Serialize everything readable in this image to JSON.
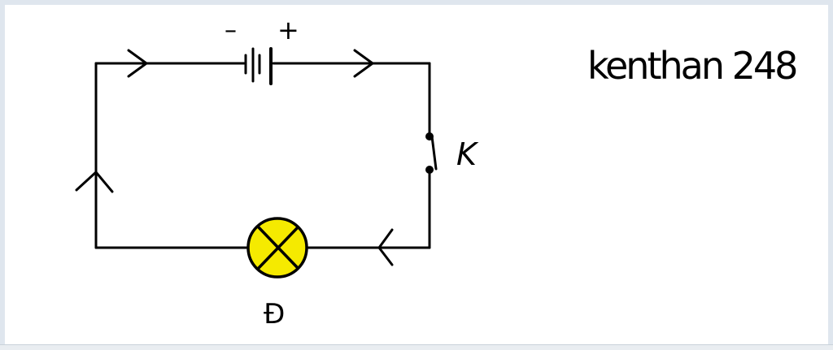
{
  "diagram": {
    "battery": {
      "minus_label": "–",
      "plus_label": "+"
    },
    "switch": {
      "label": "K"
    },
    "lamp": {
      "label": "Đ",
      "fill_color": "#f5ea00"
    },
    "signature": "kenthan 248",
    "wire_color": "#000000",
    "background_color": "#ffffff"
  }
}
